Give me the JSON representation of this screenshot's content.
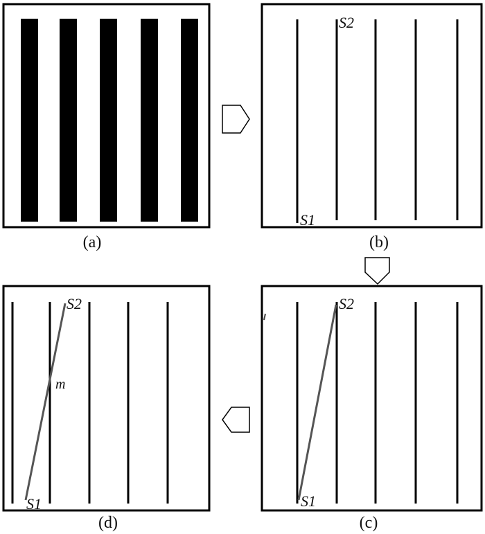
{
  "panels": {
    "a": {
      "caption": "(a)"
    },
    "b": {
      "caption": "(b)",
      "labels": {
        "s1": "S1",
        "s2": "S2"
      }
    },
    "c": {
      "caption": "(c)",
      "labels": {
        "s1": "S1",
        "s2": "S2"
      }
    },
    "d": {
      "caption": "(d)",
      "labels": {
        "s1": "S1",
        "s2": "S2",
        "m": "m"
      }
    }
  },
  "arrows": [
    {
      "from": "a",
      "to": "b",
      "direction": "right"
    },
    {
      "from": "b",
      "to": "c",
      "direction": "down"
    },
    {
      "from": "c",
      "to": "d",
      "direction": "left"
    }
  ],
  "colors": {
    "ink": "#000000",
    "diagonal": "#555555",
    "background": "#ffffff"
  }
}
